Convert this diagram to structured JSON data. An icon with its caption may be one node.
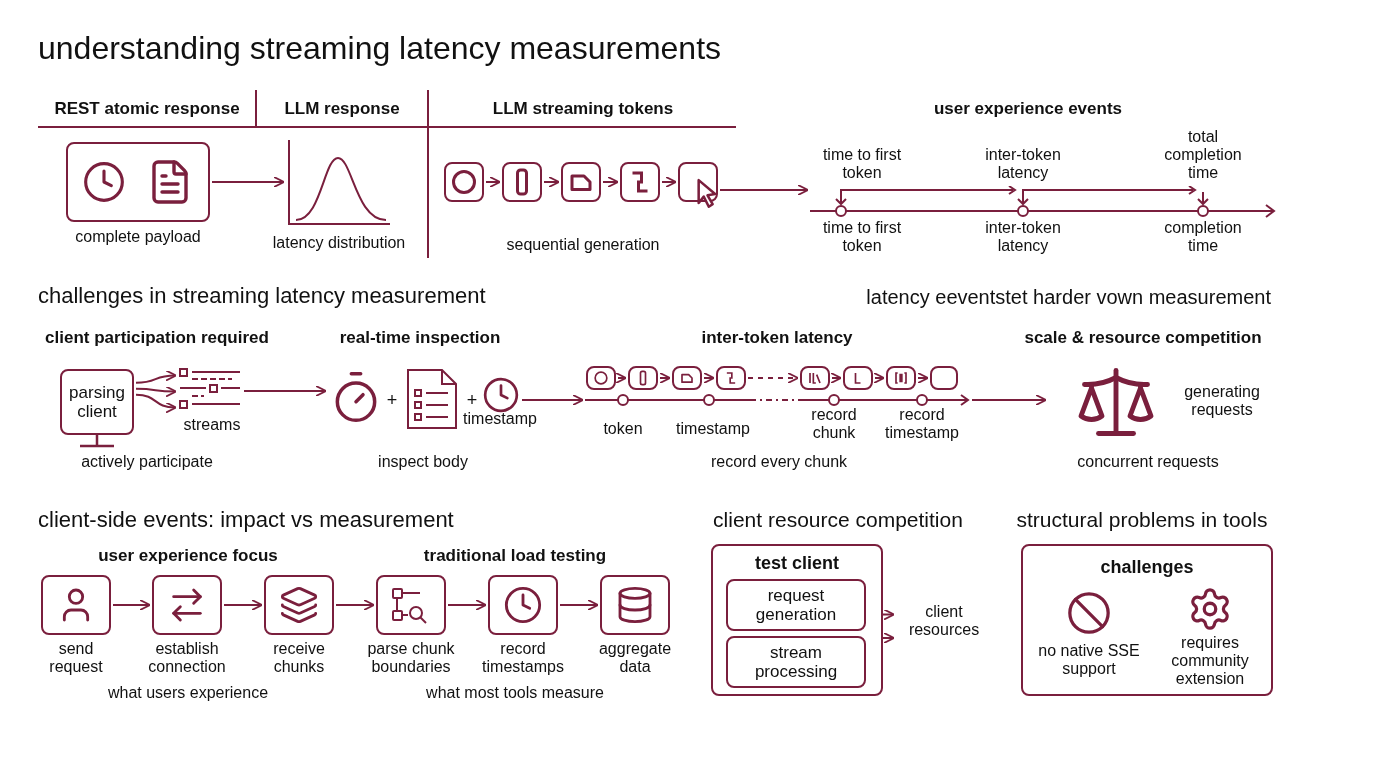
{
  "diagram": {
    "title": "understanding streaming latency measurements",
    "nodes": [
      {
        "text": [],
        "shape": "box",
        "beside": [
          "complete payload"
        ]
      },
      {
        "text": [],
        "shape": "picture",
        "beside": [
          "latency distribution"
        ]
      },
      {
        "text": [],
        "shape": "box"
      },
      {
        "text": [],
        "shape": "box"
      },
      {
        "text": [],
        "shape": "box"
      },
      {
        "text": [],
        "shape": "box"
      },
      {
        "text": [],
        "shape": "box"
      },
      {
        "text": [],
        "shape": "bar",
        "beside": [
          "time to first token",
          "inter-token latency",
          "total completion time",
          "time to first token",
          "inter-token latency",
          "completion time"
        ]
      },
      {
        "text": [
          "parsing client"
        ]
      },
      {
        "text": [],
        "shape": "picture",
        "beside": [
          "streams"
        ]
      },
      {
        "text": [],
        "shape": "picture"
      },
      {
        "text": [],
        "shape": "picture"
      },
      {
        "text": [],
        "shape": "picture",
        "beside": [
          "timestamp"
        ]
      },
      {
        "text": [],
        "shape": "box"
      },
      {
        "text": [],
        "shape": "box"
      },
      {
        "text": [],
        "shape": "box"
      },
      {
        "text": [],
        "shape": "box"
      },
      {
        "text": [],
        "shape": "box"
      },
      {
        "text": [],
        "shape": "box"
      },
      {
        "text": [],
        "shape": "box"
      },
      {
        "text": [],
        "shape": "box"
      },
      {
        "text": [],
        "shape": "bar",
        "beside": [
          "token",
          "timestamp",
          "record chunk",
          "record timestamp"
        ]
      },
      {
        "text": [],
        "shape": "picture",
        "beside": [
          "generating requests"
        ]
      },
      {
        "text": [],
        "shape": "box",
        "beside": [
          "send request"
        ]
      },
      {
        "text": [],
        "shape": "box",
        "beside": [
          "establish connection"
        ]
      },
      {
        "text": [],
        "shape": "box",
        "beside": [
          "receive chunks"
        ]
      },
      {
        "text": [],
        "shape": "box",
        "beside": [
          "parse chunk boundaries"
        ]
      },
      {
        "text": [],
        "shape": "box",
        "beside": [
          "record timestamps"
        ]
      },
      {
        "text": [],
        "shape": "box",
        "beside": [
          "aggregate data"
        ]
      },
      {
        "text": [
          "test client"
        ]
      },
      {
        "text": [
          "request generation"
        ],
        "in": 29
      },
      {
        "text": [
          "stream processing"
        ],
        "in": 29
      },
      {
        "text": [
          "client resources"
        ]
      },
      {
        "text": [
          "challenges",
          "no native SSE support",
          "requires community extension"
        ]
      }
    ],
    "edges": [
      {
        "from": 0,
        "to": 1,
        "arrow": "to"
      },
      {
        "from": 2,
        "to": 3,
        "arrow": "to"
      },
      {
        "from": 3,
        "to": 4,
        "arrow": "to"
      },
      {
        "from": 4,
        "to": 5,
        "arrow": "to"
      },
      {
        "from": 5,
        "to": 6,
        "arrow": "to"
      },
      {
        "from": 6,
        "to": 7,
        "arrow": "to"
      },
      {
        "from": 8,
        "to": 9,
        "arrow": "to"
      },
      {
        "from": 8,
        "to": 9,
        "arrow": "to"
      },
      {
        "from": 8,
        "to": 9,
        "arrow": "to"
      },
      {
        "from": 9,
        "to": 10,
        "arrow": "to"
      },
      {
        "from": 12,
        "to": 21,
        "arrow": "to"
      },
      {
        "from": 13,
        "to": 14,
        "arrow": "to"
      },
      {
        "from": 14,
        "to": 15,
        "arrow": "to"
      },
      {
        "from": 15,
        "to": 16,
        "arrow": "to"
      },
      {
        "from": 16,
        "to": 17,
        "arrow": "to",
        "style": "dashed"
      },
      {
        "from": 17,
        "to": 18,
        "arrow": "to"
      },
      {
        "from": 18,
        "to": 19,
        "arrow": "to"
      },
      {
        "from": 19,
        "to": 20,
        "arrow": "to"
      },
      {
        "from": 21,
        "to": 22,
        "arrow": "to"
      },
      {
        "from": 23,
        "to": 24,
        "arrow": "to"
      },
      {
        "from": 24,
        "to": 25,
        "arrow": "to"
      },
      {
        "from": 25,
        "to": 26,
        "arrow": "to"
      },
      {
        "from": 26,
        "to": 27,
        "arrow": "to"
      },
      {
        "from": 27,
        "to": 28,
        "arrow": "to"
      },
      {
        "from": 30,
        "to": 32,
        "arrow": "to"
      },
      {
        "from": 31,
        "to": 32,
        "arrow": "to"
      }
    ],
    "labels": [
      "REST atomic response",
      "LLM response",
      "LLM streaming tokens",
      "user experience events",
      "sequential generation",
      "challenges in streaming latency measurement",
      "latency eeventstet harder vown measurement",
      "client participation required",
      "real-time inspection",
      "inter-token latency",
      "scale & resource competition",
      "+",
      "+",
      "actively participate",
      "inspect body",
      "record every chunk",
      "concurrent requests",
      "client-side events: impact vs measurement",
      "user experience focus",
      "traditional load testing",
      "what users experience",
      "what most tools measure",
      "client resource competition",
      "structural problems in tools"
    ]
  }
}
